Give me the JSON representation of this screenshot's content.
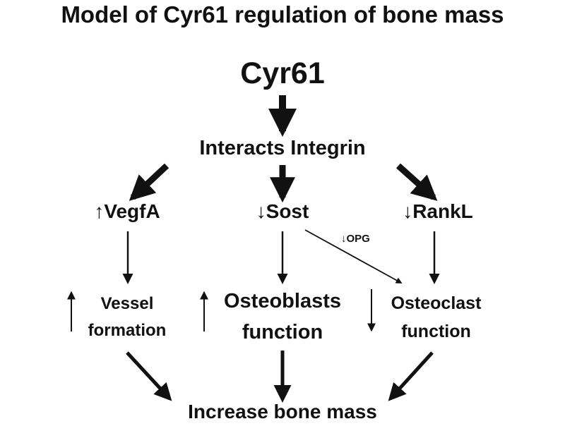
{
  "title": "Model of Cyr61 regulation of bone mass",
  "root": "Cyr61",
  "mediator": "Interacts Integrin",
  "branches": {
    "vegfa": {
      "arrow": "↑",
      "label": "VegfA"
    },
    "sost": {
      "arrow": "↓",
      "label": "Sost"
    },
    "rankl": {
      "arrow": "↓",
      "label": "RankL"
    }
  },
  "side_label": {
    "arrow": "↓",
    "label": "OPG"
  },
  "effects": {
    "vessel": {
      "line1": "Vessel",
      "line2": "formation",
      "direction": "up"
    },
    "osteoblasts": {
      "line1": "Osteoblasts",
      "line2": "function",
      "direction": "up"
    },
    "osteoclast": {
      "line1": "Osteoclast",
      "line2": "function",
      "direction": "down"
    }
  },
  "outcome": "Increase bone mass",
  "colors": {
    "ink": "#111111",
    "background": "#ffffff"
  }
}
